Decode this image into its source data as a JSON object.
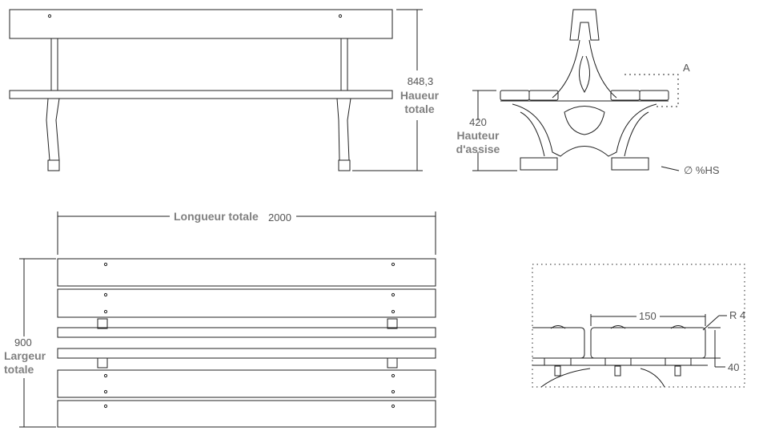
{
  "front_view": {
    "height_value": "848,3",
    "height_label_line1": "Haueur",
    "height_label_line2": "totale"
  },
  "side_view": {
    "seat_height_value": "420",
    "seat_height_label_line1": "Hauteur",
    "seat_height_label_line2": "d'assise",
    "detail_marker": "A",
    "anchor_note": "∅ %HS"
  },
  "top_view": {
    "length_label": "Longueur totale",
    "length_value": "2000",
    "width_value": "900",
    "width_label_line1": "Largeur",
    "width_label_line2": "totale"
  },
  "detail_view": {
    "slat_width": "150",
    "radius": "R 4",
    "slat_thickness": "40"
  },
  "colors": {
    "line": "#222222",
    "label": "#808080",
    "value": "#555555"
  }
}
